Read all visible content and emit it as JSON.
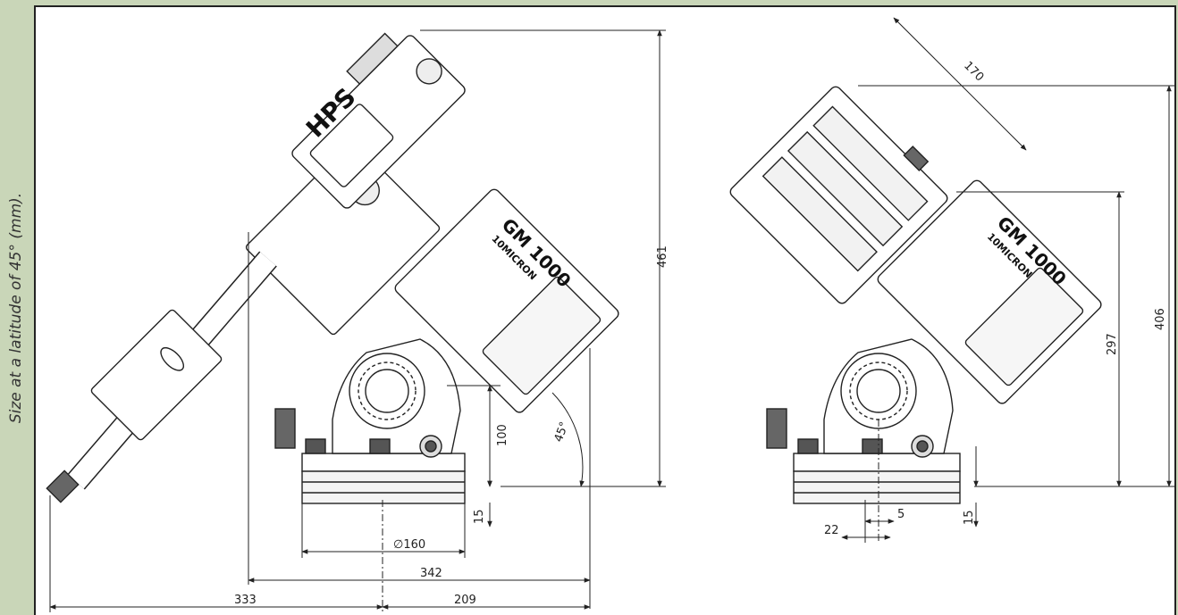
{
  "caption": "Size at a latitude of 45° (mm).",
  "left_view": {
    "plate_label": "HPS",
    "logo_model": "GM 1000",
    "logo_brand": "10MICRON",
    "dims": {
      "height_total": "461",
      "base_height": "100",
      "base_plate": "15",
      "base_diameter": "∅160",
      "width_mid": "342",
      "width_left": "333",
      "width_right": "209",
      "latitude_angle": "45°"
    }
  },
  "right_view": {
    "logo_model": "GM 1000",
    "logo_brand": "10MICRON",
    "dims": {
      "tube_length": "170",
      "height_total": "406",
      "height_axis": "297",
      "base_plate": "15",
      "offset_small": "5",
      "offset_width": "22"
    }
  }
}
